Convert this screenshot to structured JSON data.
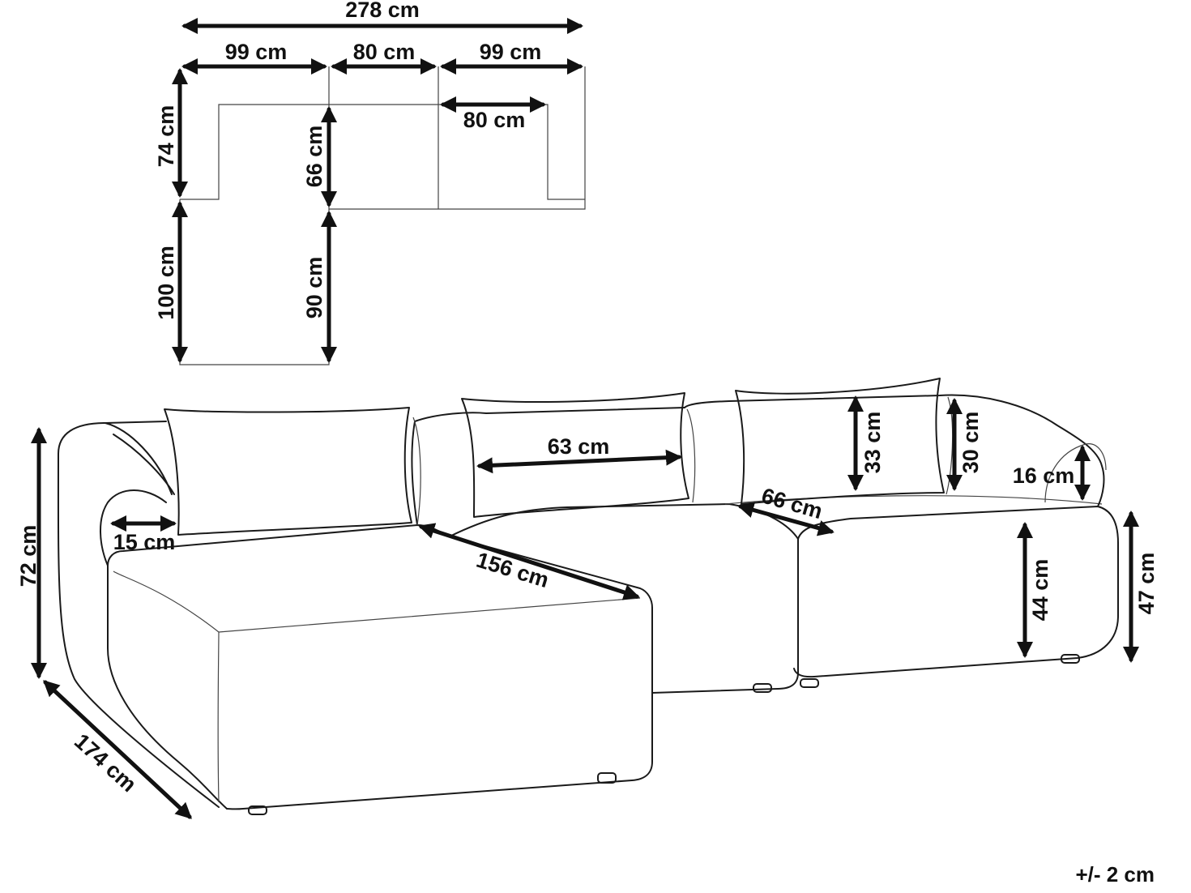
{
  "dimensions": {
    "total_width": "278 cm",
    "left_section": "99 cm",
    "middle_section": "80 cm",
    "right_section": "99 cm",
    "right_inner": "80 cm",
    "back_depth_outer": "74 cm",
    "back_depth_inner": "66 cm",
    "chaise_outer": "100 cm",
    "chaise_inner": "90 cm",
    "pillow_width": "63 cm",
    "pillow_height": "33 cm",
    "backrest_height": "30 cm",
    "armrest_height": "16 cm",
    "seat_depth": "66 cm",
    "armrest_width": "15 cm",
    "chaise_length": "156 cm",
    "total_height": "72 cm",
    "seat_height": "44 cm",
    "seat_height_total": "47 cm",
    "chaise_depth_total": "174 cm"
  },
  "tolerance": "+/- 2 cm"
}
